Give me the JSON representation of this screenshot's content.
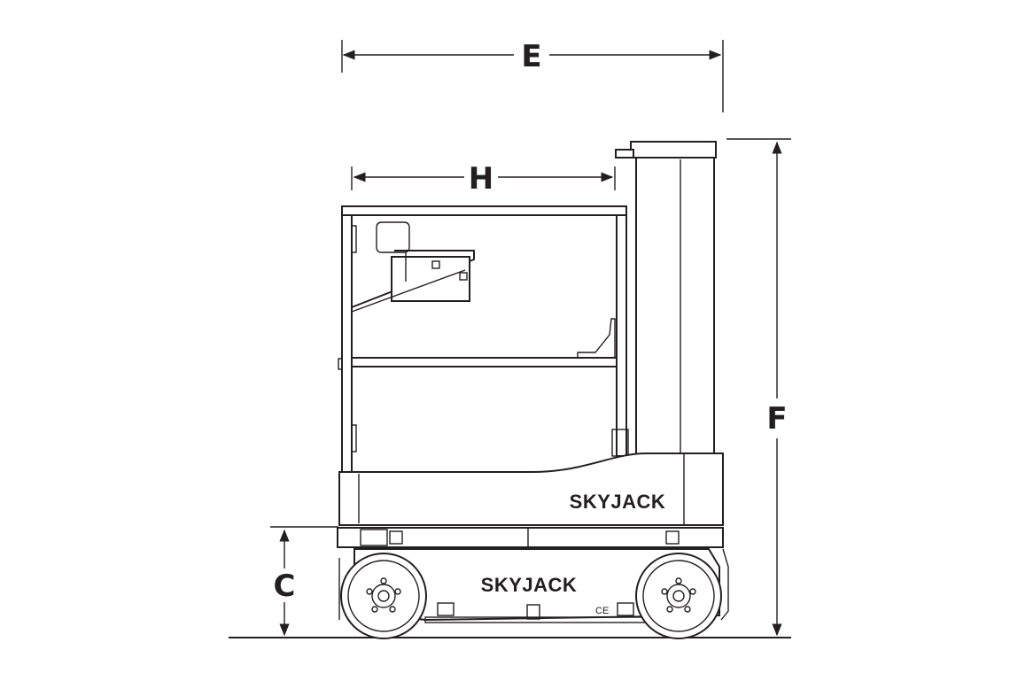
{
  "dimensions": {
    "overall_length": "E",
    "platform_length": "H",
    "stowed_height": "F",
    "ground_clearance": "C"
  },
  "branding": {
    "deck_logo": "SKYJACK",
    "chassis_logo": "SKYJACK",
    "ce_mark": "CE"
  }
}
